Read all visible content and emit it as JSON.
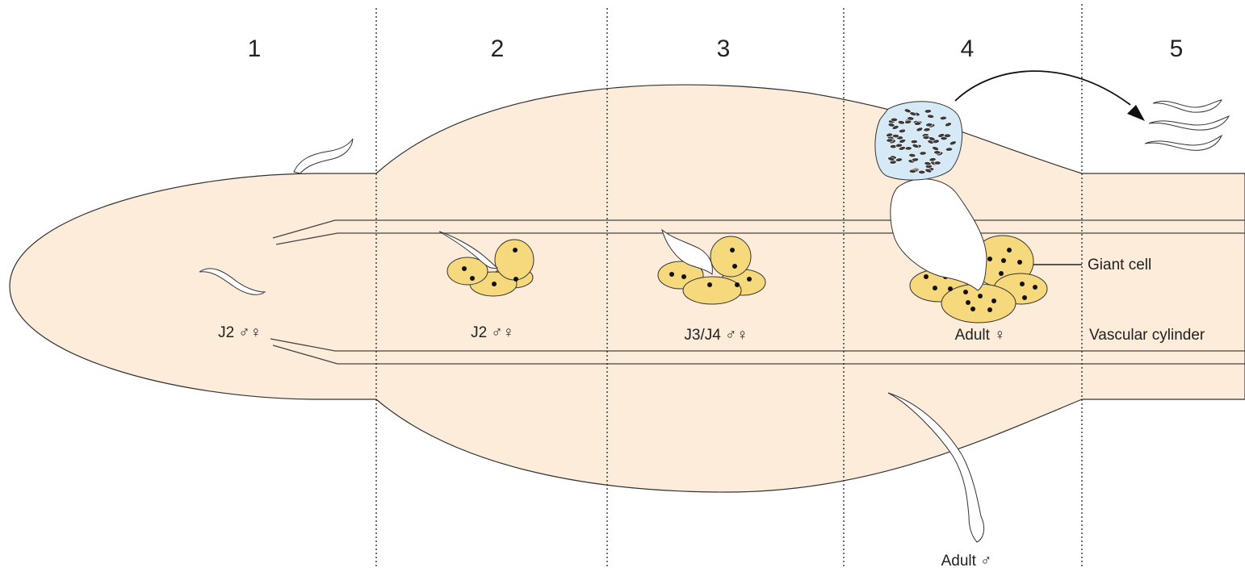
{
  "stages": [
    "1",
    "2",
    "3",
    "4",
    "5"
  ],
  "labels": {
    "stage1": "J2 ♂♀",
    "stage2": "J2 ♂♀",
    "stage3": "J3/J4 ♂♀",
    "stage4": "Adult ♀",
    "adult_male": "Adult ♂",
    "giant_cell": "Giant cell",
    "vascular_cylinder": "Vascular cylinder"
  },
  "colors": {
    "root": "#fcecd9",
    "giant_cell": "#f6d97c",
    "egg_mass": "#d6e9f7",
    "nematode": "#ffffff",
    "outline": "#333333"
  }
}
